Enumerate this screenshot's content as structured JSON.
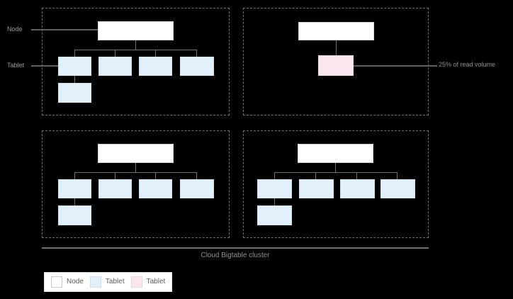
{
  "diagram": {
    "caption": "Cloud Bigtable cluster",
    "side_labels": {
      "node": "Node",
      "tablet": "Tablet"
    },
    "callout": {
      "text": "25% of read volume"
    },
    "colors": {
      "background": "#000000",
      "node_fill": "#ffffff",
      "tablet_fill": "#e1f0fb",
      "tablet_hot_fill": "#fae6ee",
      "line": "#6f6f6f",
      "dashed_border": "#6e6e6e",
      "label_text": "#9a9a9a",
      "caption_text": "#8f8f8f",
      "legend_text": "#5d5d5d"
    },
    "legend": {
      "items": [
        {
          "label": "Node",
          "swatch": "node-swatch"
        },
        {
          "label": "Tablet",
          "swatch": "tablet-swatch"
        },
        {
          "label": "Tablet",
          "swatch": "tablet-hot-swatch"
        }
      ]
    },
    "quadrants": [
      {
        "id": "top-left",
        "node_count": 1,
        "tablet_count": 5,
        "hot_tablet_count": 0
      },
      {
        "id": "top-right",
        "node_count": 1,
        "tablet_count": 0,
        "hot_tablet_count": 1
      },
      {
        "id": "bottom-left",
        "node_count": 1,
        "tablet_count": 5,
        "hot_tablet_count": 0
      },
      {
        "id": "bottom-right",
        "node_count": 1,
        "tablet_count": 5,
        "hot_tablet_count": 0
      }
    ]
  }
}
